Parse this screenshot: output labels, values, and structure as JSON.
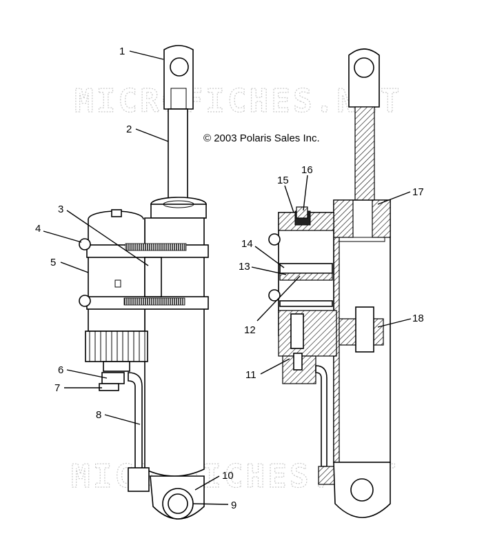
{
  "copyright": "© 2003 Polaris Sales Inc.",
  "watermark": "MICROFICHES.NET",
  "callouts": [
    {
      "n": "1"
    },
    {
      "n": "2"
    },
    {
      "n": "3"
    },
    {
      "n": "4"
    },
    {
      "n": "5"
    },
    {
      "n": "6"
    },
    {
      "n": "7"
    },
    {
      "n": "8"
    },
    {
      "n": "9"
    },
    {
      "n": "10"
    },
    {
      "n": "11"
    },
    {
      "n": "12"
    },
    {
      "n": "13"
    },
    {
      "n": "14"
    },
    {
      "n": "15"
    },
    {
      "n": "16"
    },
    {
      "n": "17"
    },
    {
      "n": "18"
    }
  ]
}
